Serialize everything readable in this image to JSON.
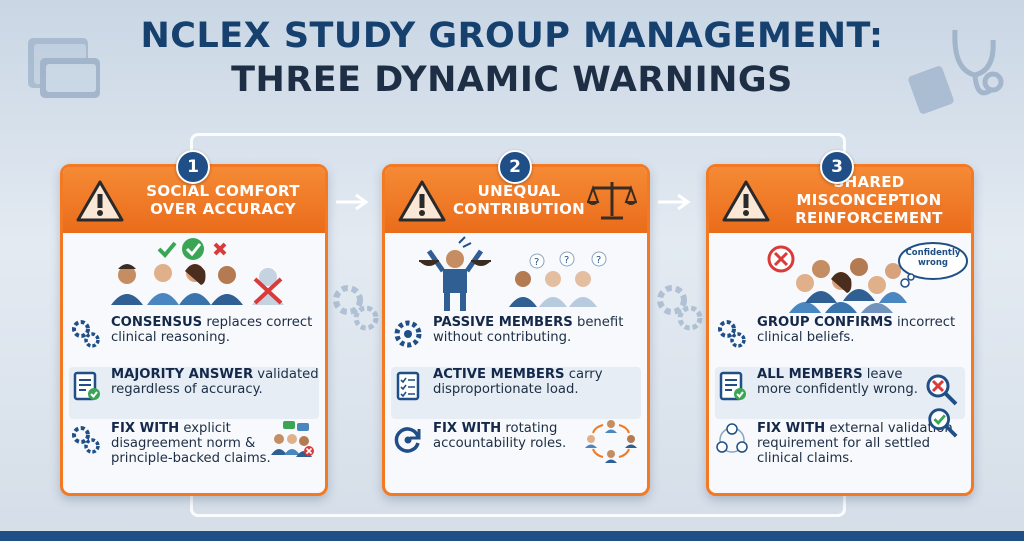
{
  "title": {
    "line1": "NCLEX STUDY GROUP MANAGEMENT:",
    "line2": "THREE DYNAMIC WARNINGS"
  },
  "cards": [
    {
      "number": "1",
      "heading_line1": "SOCIAL COMFORT",
      "heading_line2": "OVER ACCURACY",
      "heading_line3": "",
      "rows": [
        {
          "bold": "CONSENSUS",
          "rest": " replaces correct clinical reasoning."
        },
        {
          "bold": "MAJORITY ANSWER",
          "rest": " validated regardless of accuracy."
        },
        {
          "bold": "FIX WITH",
          "rest": " explicit disagreement norm & principle-backed claims."
        }
      ]
    },
    {
      "number": "2",
      "heading_line1": "UNEQUAL",
      "heading_line2": "CONTRIBUTION",
      "heading_line3": "",
      "rows": [
        {
          "bold": "PASSIVE MEMBERS",
          "rest": " benefit without contributing."
        },
        {
          "bold": "ACTIVE MEMBERS",
          "rest": " carry disproportionate load."
        },
        {
          "bold": "FIX WITH",
          "rest": " rotating accountability roles."
        }
      ]
    },
    {
      "number": "3",
      "heading_line1": "SHARED",
      "heading_line2": "MISCONCEPTION",
      "heading_line3": "REINFORCEMENT",
      "bubble": "Confidently wrong",
      "rows": [
        {
          "bold": "GROUP CONFIRMS",
          "rest": " incorrect clinical beliefs."
        },
        {
          "bold": "ALL MEMBERS",
          "rest": " leave more confidently wrong."
        },
        {
          "bold": "FIX WITH",
          "rest": " external validation requirement for all settled clinical claims."
        }
      ]
    }
  ],
  "colors": {
    "accent_orange": "#f37a22",
    "navy": "#1f4f86",
    "check_green": "#3aa655",
    "cross_red": "#d93a3a"
  }
}
